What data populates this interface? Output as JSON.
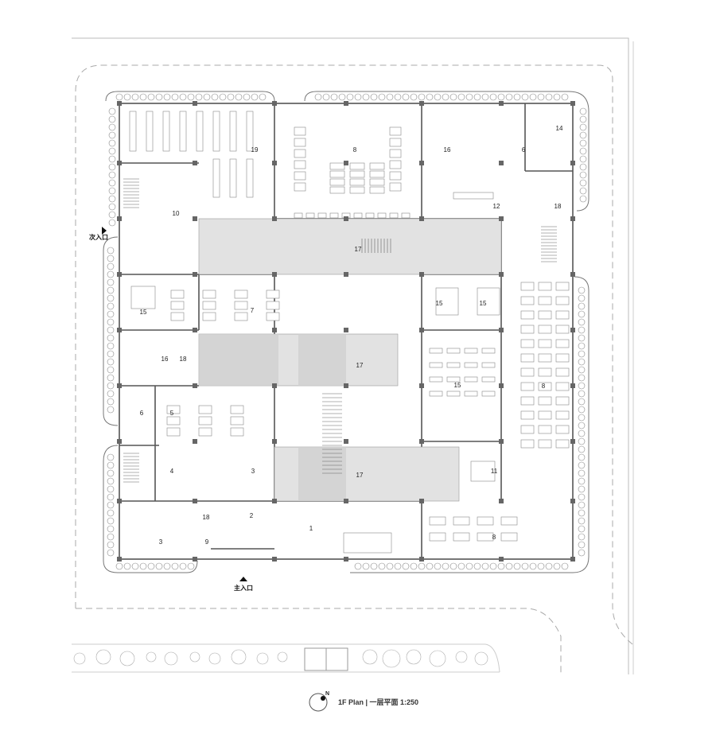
{
  "caption": "1F Plan | 一层平面 1:250",
  "north_label": "N",
  "entrances": {
    "secondary": "次入口",
    "main": "主入口"
  },
  "room_labels": [
    "19",
    "8",
    "16",
    "6",
    "14",
    "12",
    "18",
    "10",
    "17",
    "15",
    "7",
    "15",
    "15",
    "16",
    "18",
    "17",
    "15",
    "8",
    "6",
    "5",
    "4",
    "3",
    "17",
    "11",
    "18",
    "2",
    "1",
    "8",
    "3",
    "9"
  ],
  "colors": {
    "line": "#555555",
    "atrium": "#e2e2e2",
    "column": "#666666"
  }
}
